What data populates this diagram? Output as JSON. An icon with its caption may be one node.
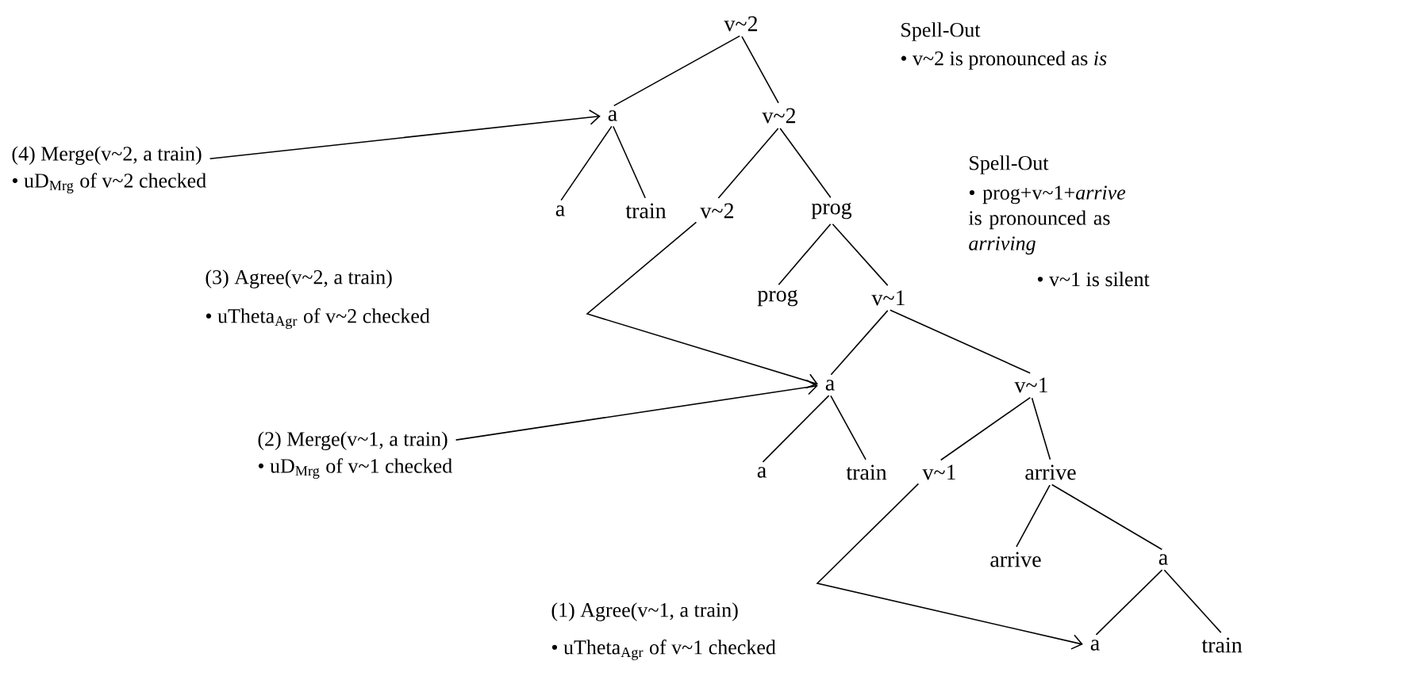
{
  "diagram": {
    "nodes": [
      {
        "text": [
          "v~2"
        ]
      },
      {
        "text": [
          "a"
        ]
      },
      {
        "text": [
          "v~2"
        ]
      },
      {
        "text": [
          "a"
        ]
      },
      {
        "text": [
          "train"
        ]
      },
      {
        "text": [
          "v~2"
        ]
      },
      {
        "text": [
          "prog"
        ]
      },
      {
        "text": [
          "prog"
        ]
      },
      {
        "text": [
          "v~1"
        ]
      },
      {
        "text": [
          "a"
        ]
      },
      {
        "text": [
          "v~1"
        ]
      },
      {
        "text": [
          "a"
        ]
      },
      {
        "text": [
          "train"
        ]
      },
      {
        "text": [
          "v~1"
        ]
      },
      {
        "text": [
          "arrive"
        ]
      },
      {
        "text": [
          "arrive"
        ]
      },
      {
        "text": [
          "a"
        ]
      },
      {
        "text": [
          "a"
        ]
      },
      {
        "text": [
          "train"
        ]
      },
      {
        "text": [
          "(4) Merge(v~2, a train)",
          "• uD$_{Mrg}$ of v~2 checked"
        ]
      },
      {
        "text": [
          "(2) Merge(v~1, a train)",
          "• uD$_{Mrg}$ of v~1 checked"
        ]
      }
    ],
    "edges": [
      {
        "from": 0,
        "to": 1,
        "arrow": "none"
      },
      {
        "from": 0,
        "to": 2,
        "arrow": "none"
      },
      {
        "from": 1,
        "to": 3,
        "arrow": "none"
      },
      {
        "from": 1,
        "to": 4,
        "arrow": "none"
      },
      {
        "from": 2,
        "to": 5,
        "arrow": "none"
      },
      {
        "from": 2,
        "to": 6,
        "arrow": "none"
      },
      {
        "from": 6,
        "to": 7,
        "arrow": "none"
      },
      {
        "from": 6,
        "to": 8,
        "arrow": "none"
      },
      {
        "from": 8,
        "to": 9,
        "arrow": "none"
      },
      {
        "from": 8,
        "to": 10,
        "arrow": "none"
      },
      {
        "from": 9,
        "to": 11,
        "arrow": "none"
      },
      {
        "from": 9,
        "to": 12,
        "arrow": "none"
      },
      {
        "from": 10,
        "to": 13,
        "arrow": "none"
      },
      {
        "from": 10,
        "to": 14,
        "arrow": "none"
      },
      {
        "from": 14,
        "to": 15,
        "arrow": "none"
      },
      {
        "from": 14,
        "to": 16,
        "arrow": "none"
      },
      {
        "from": 16,
        "to": 17,
        "arrow": "none"
      },
      {
        "from": 16,
        "to": 18,
        "arrow": "none"
      },
      {
        "from": 19,
        "to": 1,
        "arrow": "to"
      },
      {
        "from": 5,
        "to": 9,
        "arrow": "to"
      },
      {
        "from": 20,
        "to": 9,
        "arrow": "to"
      },
      {
        "from": 13,
        "to": 17,
        "arrow": "to"
      }
    ],
    "labels": [
      "Spell-Out",
      "• v~2 is pronounced as *is*",
      "Spell-Out",
      "• prog+v~1+*arrive* is pronounced as *arriving*",
      "(3) Agree(v~2, a train)",
      "• v~1 is silent",
      "• uTheta$_{Agr}$ of v~2 checked",
      "(1) Agree(v~1, a train)",
      "• uTheta$_{Agr}$ of v~1 checked"
    ]
  }
}
